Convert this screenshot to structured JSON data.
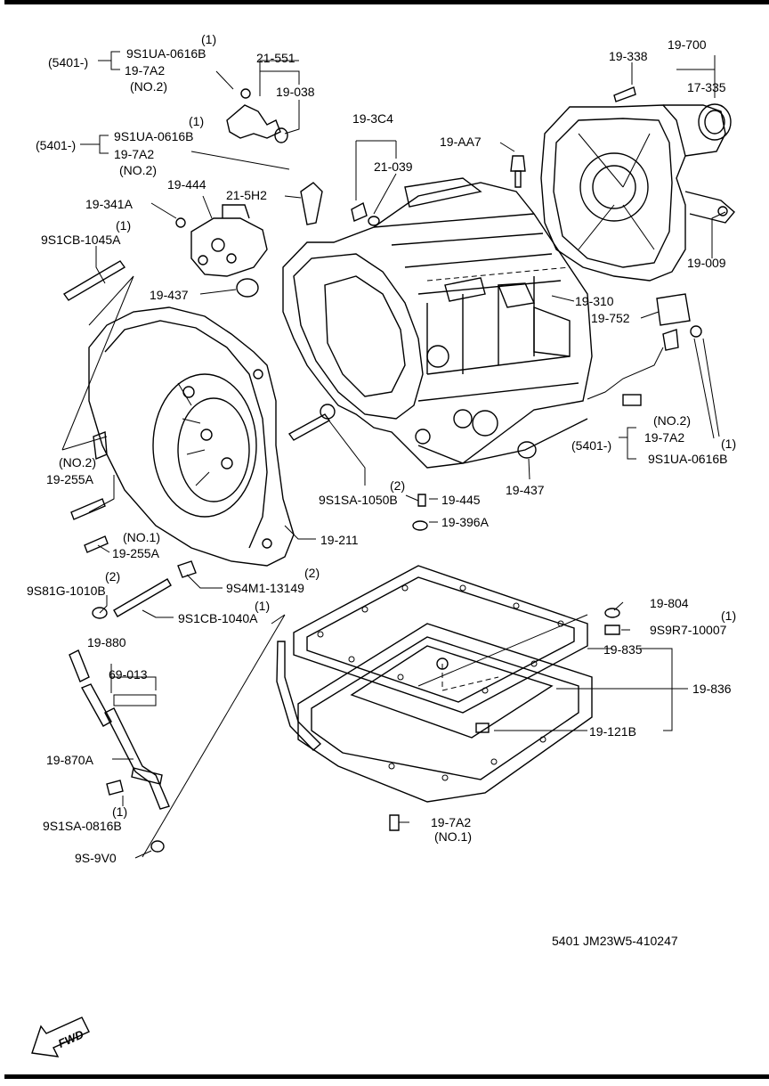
{
  "diagram_id": "5401 JM23W5-410247",
  "fwd_label": "FWD",
  "labels": {
    "l_5401_a": "(5401-)",
    "l_9s1ua_a_qty": "(1)",
    "l_9s1ua_a": "9S1UA-0616B",
    "l_197a2_a": "19-7A2",
    "l_no2_a": "(NO.2)",
    "l_21551": "21-551",
    "l_19038": "19-038",
    "l_9s1ua_b_qty": "(1)",
    "l_5401_b": "(5401-)",
    "l_9s1ua_b": "9S1UA-0616B",
    "l_197a2_b": "19-7A2",
    "l_no2_b": "(NO.2)",
    "l_193c4": "19-3C4",
    "l_21039": "21-039",
    "l_19aa7": "19-AA7",
    "l_19338": "19-338",
    "l_19700": "19-700",
    "l_17335": "17-335",
    "l_19444": "19-444",
    "l_215h2": "21-5H2",
    "l_19341a": "19-341A",
    "l_9s1cb1045a_qty": "(1)",
    "l_9s1cb1045a": "9S1CB-1045A",
    "l_19009": "19-009",
    "l_19437_a": "19-437",
    "l_19310": "19-310",
    "l_19752": "19-752",
    "l_no2_c": "(NO.2)",
    "l_5401_c": "(5401-)",
    "l_197a2_c": "19-7A2",
    "l_9s1ua_c_qty": "(1)",
    "l_9s1ua_c": "9S1UA-0616B",
    "l_no2_d": "(NO.2)",
    "l_19255a_a": "19-255A",
    "l_9s1sa1050b_qty": "(2)",
    "l_9s1sa1050b": "9S1SA-1050B",
    "l_19445": "19-445",
    "l_19437_b": "19-437",
    "l_19396a": "19-396A",
    "l_no1_a": "(NO.1)",
    "l_19255a_b": "19-255A",
    "l_19211": "19-211",
    "l_9s81g_qty": "(2)",
    "l_9s81g": "9S81G-1010B",
    "l_9s4m1_qty": "(2)",
    "l_9s4m1": "9S4M1-13149",
    "l_9s1cb1040a_qty": "(1)",
    "l_9s1cb1040a": "9S1CB-1040A",
    "l_19804": "19-804",
    "l_9s9r7_qty": "(1)",
    "l_9s9r7": "9S9R7-10007",
    "l_19880": "19-880",
    "l_69013": "69-013",
    "l_19835": "19-835",
    "l_19836": "19-836",
    "l_19121b": "19-121B",
    "l_19870a": "19-870A",
    "l_9s1sa0816b_qty": "(1)",
    "l_9s1sa0816b": "9S1SA-0816B",
    "l_197a2_d": "19-7A2",
    "l_no1_b": "(NO.1)",
    "l_9s9v0": "9S-9V0"
  }
}
